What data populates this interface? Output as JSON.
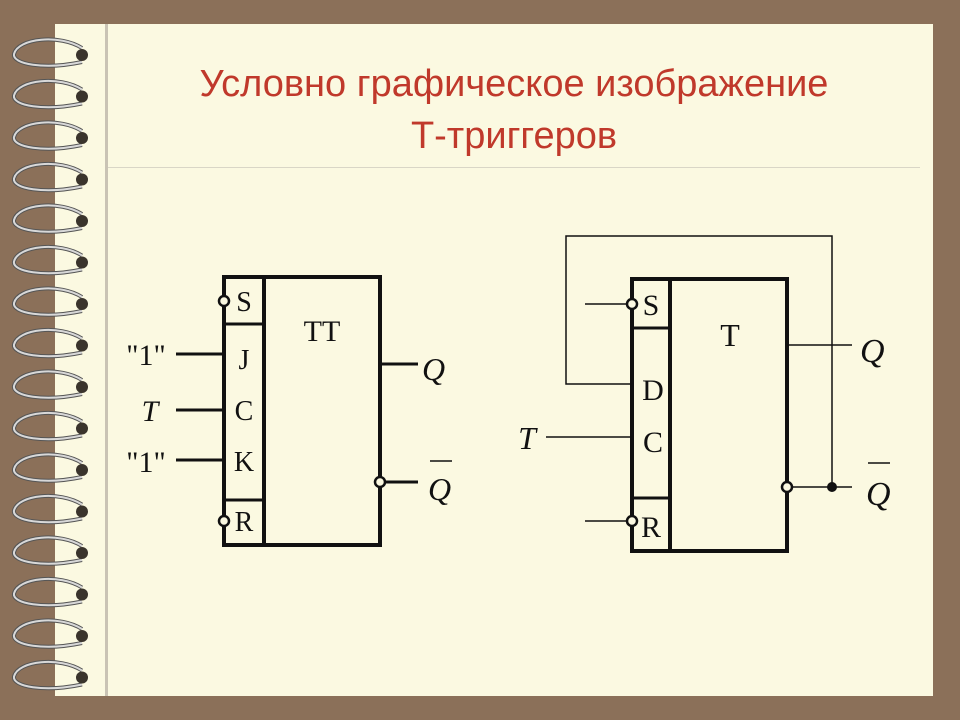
{
  "title": {
    "line1": "Условно графическое изображение",
    "line2": "Т-триггеров"
  },
  "left_trigger": {
    "function": "TT",
    "pins_left": [
      "S",
      "J",
      "C",
      "K",
      "R"
    ],
    "inputs": [
      "\"1\"",
      "T",
      "\"1\""
    ],
    "outputs": [
      "Q",
      "Q"
    ]
  },
  "right_trigger": {
    "function": "T",
    "pins_left": [
      "S",
      "D",
      "C",
      "R"
    ],
    "input": "T",
    "outputs": [
      "Q",
      "Q"
    ]
  },
  "colors": {
    "title": "#c0392b",
    "page": "#fbf9e1",
    "frame": "#8b7059"
  },
  "icons": [
    "spiral-binding-icon"
  ]
}
